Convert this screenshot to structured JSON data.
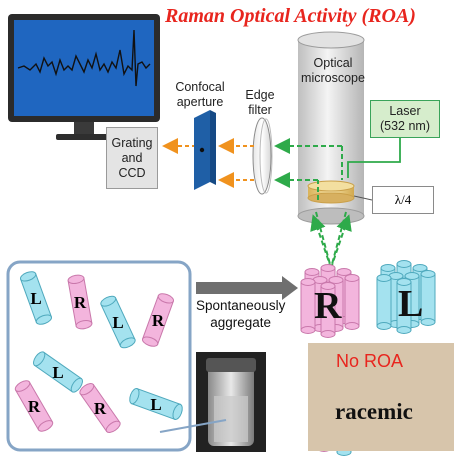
{
  "title": "Raman Optical Activity (ROA)",
  "confocal_aperture_label": [
    "Confocal",
    "aperture"
  ],
  "edge_filter_label": [
    "Edge",
    "filter"
  ],
  "optical_microscope_label": [
    "Optical",
    "microscope"
  ],
  "laser_label": [
    "Laser",
    "(532 nm)"
  ],
  "quarter_wave_label": "λ/4",
  "grating_label": [
    "Grating",
    "and",
    "CCD"
  ],
  "process_label": [
    "Spontaneously",
    "aggregate"
  ],
  "aggregate_r_label": "R",
  "aggregate_l_label": "L",
  "no_roa_label": "No ROA",
  "racemic_label": "racemic",
  "rods": [
    {
      "letter": "L",
      "color": "cyan"
    },
    {
      "letter": "R",
      "color": "pink"
    },
    {
      "letter": "L",
      "color": "cyan"
    },
    {
      "letter": "R",
      "color": "pink"
    },
    {
      "letter": "L",
      "color": "cyan"
    },
    {
      "letter": "R",
      "color": "pink"
    },
    {
      "letter": "R",
      "color": "pink"
    },
    {
      "letter": "L",
      "color": "cyan"
    }
  ],
  "colors": {
    "title_red": "#e8251e",
    "laser_green": "#2eaa4a",
    "signal_orange": "#f0921e",
    "rod_pink": "#f3b5dd",
    "rod_cyan": "#a4e2ef",
    "panel_border": "#86a5c6",
    "filter_blue": "#1f5fa6"
  }
}
